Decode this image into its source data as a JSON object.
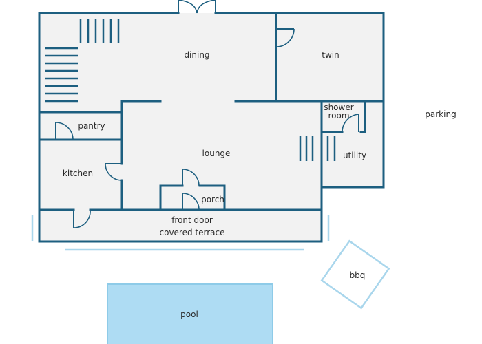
{
  "rooms": {
    "dining": "dining",
    "twin": "twin",
    "shower": "shower",
    "shower_room": "room",
    "parking": "parking",
    "pantry": "pantry",
    "lounge": "lounge",
    "utility": "utility",
    "kitchen": "kitchen",
    "porch": "porch",
    "front_door": "front door",
    "covered_terrace": "covered terrace",
    "bbq": "bbq",
    "pool": "pool"
  },
  "colors": {
    "wall": "#1d5f80",
    "floor": "#f2f2f2",
    "door": "#1d5f80",
    "outdoor": "#a9d6ec",
    "pool_fill": "#aedcf3"
  }
}
